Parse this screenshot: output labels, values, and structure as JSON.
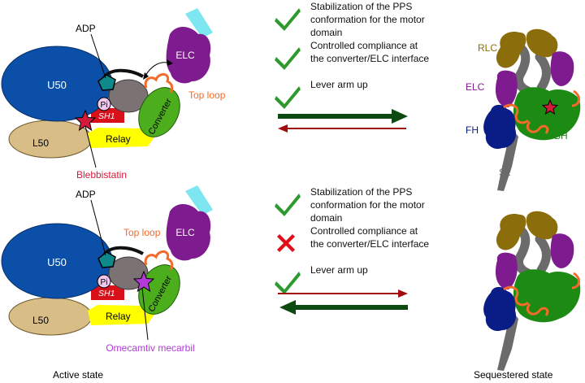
{
  "colors": {
    "u50": "#0b4fa8",
    "l50": "#d8bd86",
    "converter": "#4cae1d",
    "elc": "#7e1b8e",
    "relay": "#ffff00",
    "sh1": "#d8101a",
    "top_loop": "#f36b2a",
    "blebbistatin": "#d41a3a",
    "omecamtiv": "#b13ad8",
    "pi": "#f1c9f0",
    "nucleotide": "#0e8a8a",
    "lever": "#7de6f0",
    "rlc": "#8b6d0b",
    "fh": "#0a1c86",
    "bh": "#1d8a14",
    "s2": "#6b6b6b",
    "check": "#2e9a2e",
    "cross": "#e0101a",
    "arrow_dark": "#0c4a12",
    "arrow_red": "#a10d0d"
  },
  "top_panel": {
    "u50": "U50",
    "l50": "L50",
    "adp": "ADP",
    "pi": "Pi",
    "sh1": "SH1",
    "relay": "Relay",
    "converter": "Converter",
    "elc": "ELC",
    "top_loop": "Top loop",
    "drug": "Blebbistatin"
  },
  "bottom_panel": {
    "u50": "U50",
    "l50": "L50",
    "adp": "ADP",
    "pi": "Pi",
    "sh1": "SH1",
    "relay": "Relay",
    "converter": "Converter",
    "elc": "ELC",
    "top_loop": "Top loop",
    "drug": "Omecamtiv mecarbil"
  },
  "criteria_top": [
    {
      "status": "check",
      "lines": [
        "Stabilization of the PPS",
        "conformation for the motor",
        "domain"
      ]
    },
    {
      "status": "check",
      "lines": [
        "Controlled compliance at",
        "the converter/ELC interface"
      ]
    },
    {
      "status": "check",
      "lines": [
        "Lever arm up"
      ]
    }
  ],
  "criteria_bottom": [
    {
      "status": "check",
      "lines": [
        "Stabilization of the PPS",
        "conformation for the motor",
        "domain"
      ]
    },
    {
      "status": "cross",
      "lines": [
        "Controlled compliance at",
        "the converter/ELC interface"
      ]
    },
    {
      "status": "check",
      "lines": [
        "Lever arm up"
      ]
    }
  ],
  "sequestered": {
    "rlc": "RLC",
    "elc": "ELC",
    "fh": "FH",
    "bh": "BH",
    "s2": "S2"
  },
  "footer": {
    "left": "Active state",
    "right": "Sequestered state"
  }
}
